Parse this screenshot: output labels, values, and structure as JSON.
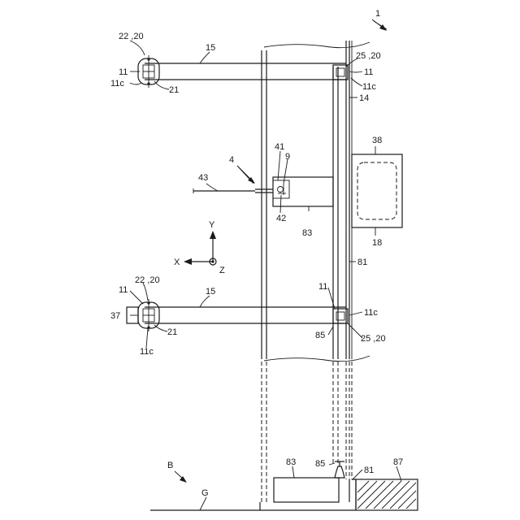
{
  "labels": {
    "figure_ref": "1",
    "hook_tl": "22 ,20",
    "beam_top": "15",
    "bracket_tr": "25 ,20",
    "part11_tl": "11",
    "part11_tr": "11",
    "part11c_tl": "11c",
    "part21_tl": "21",
    "part11c_tr": "11c",
    "part14": "14",
    "part38": "38",
    "part41": "41",
    "part9": "9",
    "part4": "4",
    "part43": "43",
    "part42": "42",
    "part83_mid": "83",
    "part18": "18",
    "axis_y": "Y",
    "axis_x": "X",
    "axis_z": "Z",
    "part81_mid": "81",
    "part11_bl": "11",
    "hook_bl": "22 ,20",
    "beam_bottom": "15",
    "part11_br": "11",
    "part37": "37",
    "part11c_br": "11c",
    "part21_bl": "21",
    "part85_mid": "85",
    "bracket_br": "25 ,20",
    "part11c_bl": "11c",
    "part83_bottom": "83",
    "part85_bottom": "85",
    "part81_bottom": "81",
    "part87": "87",
    "label_B": "B",
    "label_G": "G"
  }
}
